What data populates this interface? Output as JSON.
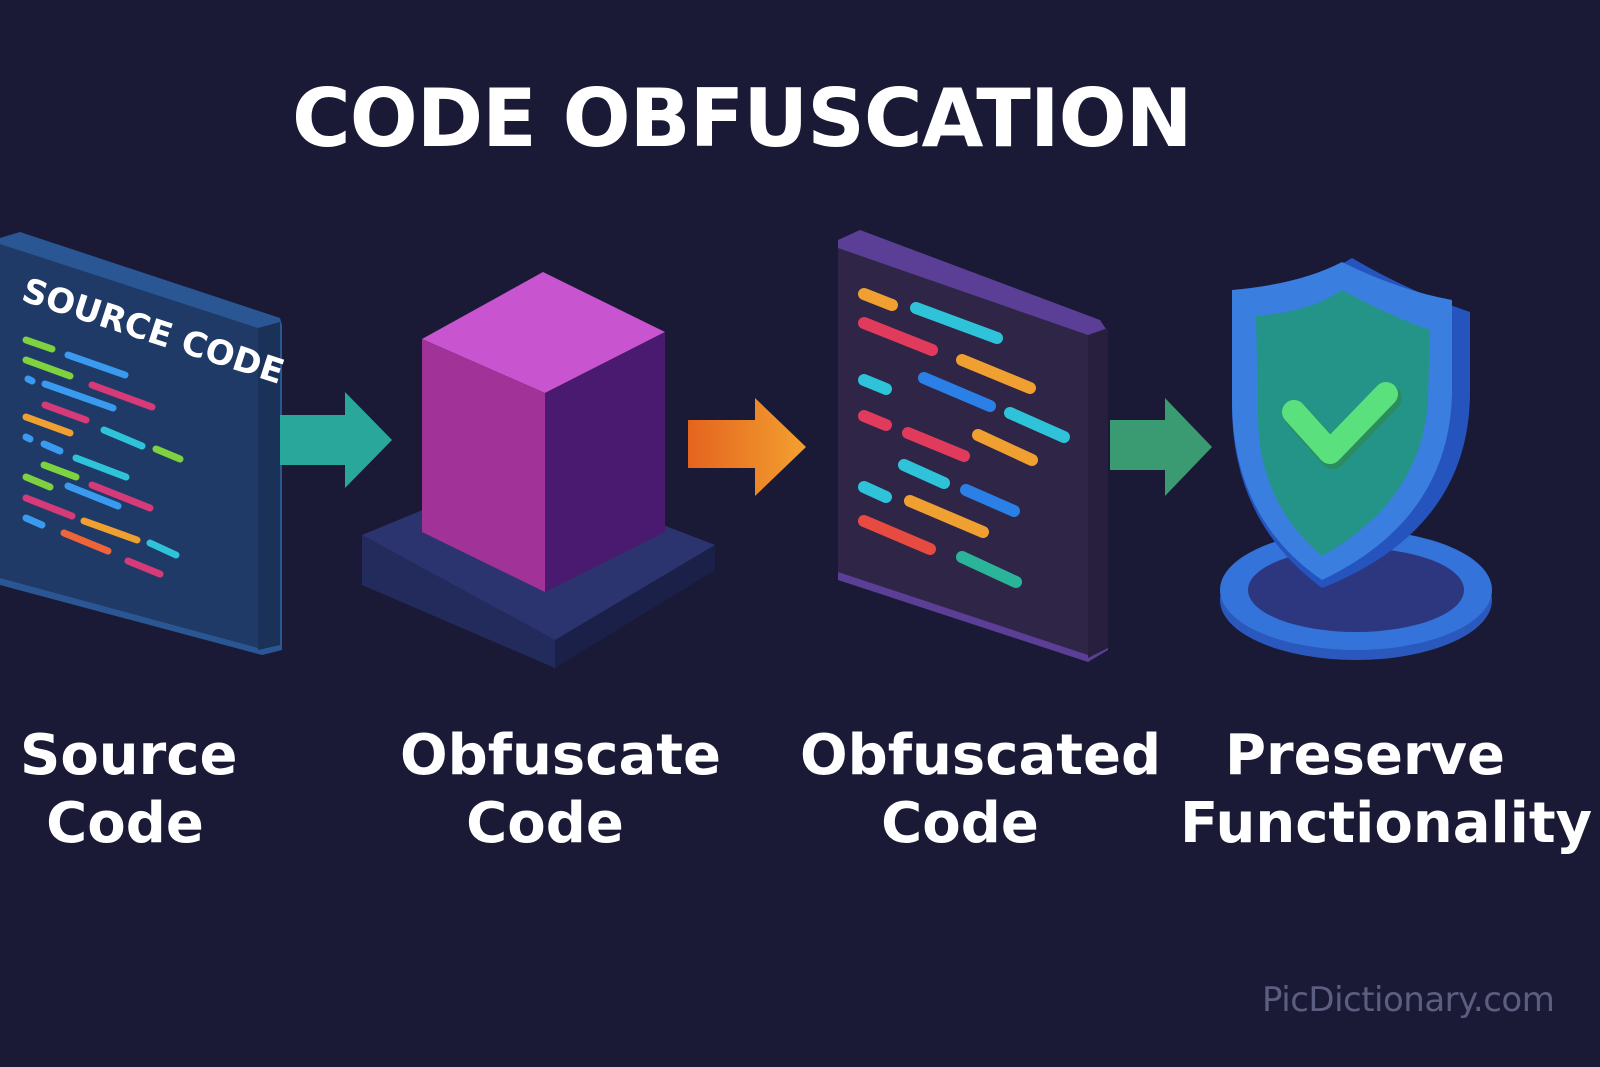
{
  "title": "CODE OBFUSCATION",
  "steps": [
    {
      "label": "Source\nCode",
      "icon": "source-code-panel-icon",
      "panel_text": "SOURCE CODE",
      "panel_color": "#1f3a66"
    },
    {
      "label": "Obfuscate\nCode",
      "icon": "cube-icon",
      "cube_color": "#c84fd0"
    },
    {
      "label": "Obfuscated\nCode",
      "icon": "obfuscated-code-panel-icon",
      "panel_color": "#2e2547"
    },
    {
      "label": "Preserve\nFunctionality",
      "icon": "shield-check-icon",
      "shield_color": "#2f6bd6",
      "check_color": "#5be07e"
    }
  ],
  "arrows": [
    {
      "from": "Source Code",
      "to": "Obfuscate Code",
      "color": "#28a79a"
    },
    {
      "from": "Obfuscate Code",
      "to": "Obfuscated Code",
      "color": "#f08a24"
    },
    {
      "from": "Obfuscated Code",
      "to": "Preserve Functionality",
      "color": "#3a9a72"
    }
  ],
  "watermark": "PicDictionary.com",
  "colors": {
    "background": "#1a1a36",
    "title": "#ffffff",
    "watermark": "#5c5e80"
  }
}
